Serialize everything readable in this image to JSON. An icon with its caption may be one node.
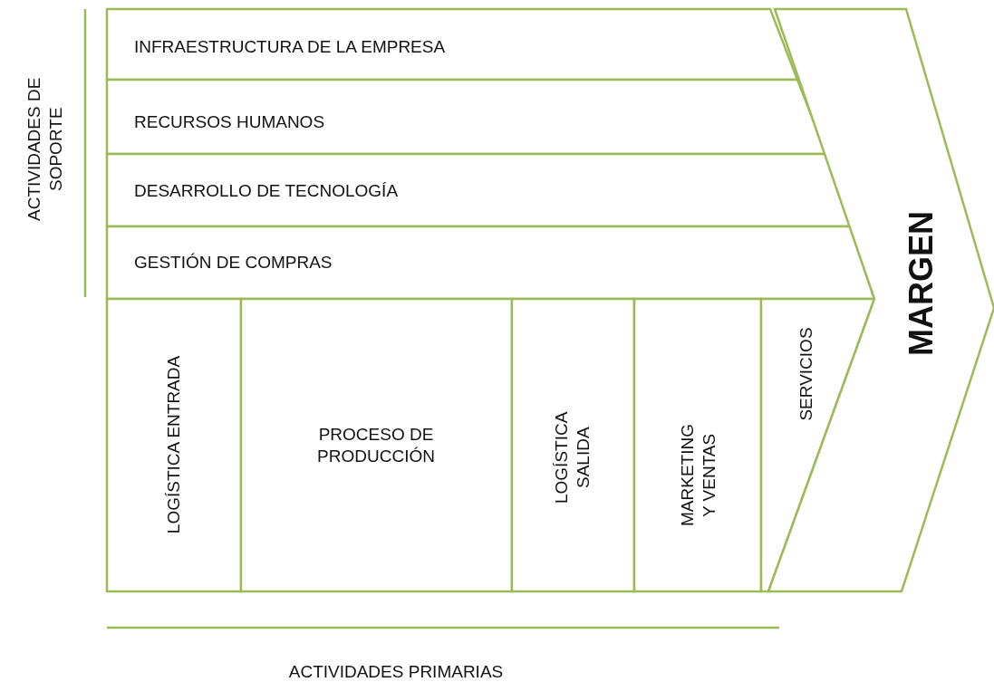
{
  "diagram": {
    "nodes": [
      {
        "text": [
          "INFRAESTRUCTURA DE LA EMPRESA"
        ]
      },
      {
        "text": [
          "RECURSOS HUMANOS"
        ]
      },
      {
        "text": [
          "DESARROLLO DE TECNOLOGÍA"
        ]
      },
      {
        "text": [
          "GESTIÓN DE COMPRAS"
        ]
      },
      {
        "text": [
          "LOGÍSTICA ENTRADA"
        ]
      },
      {
        "text": [
          "PROCESO DE PRODUCCIÓN"
        ]
      },
      {
        "text": [
          "LOGÍSTICA SALIDA"
        ]
      },
      {
        "text": [
          "MARKETING Y VENTAS"
        ]
      },
      {
        "text": [
          "SERVICIOS"
        ]
      },
      {
        "text": [
          "MARGEN"
        ]
      }
    ],
    "labels": [
      "ACTIVIDADES DE SOPORTE",
      "ACTIVIDADES PRIMARIAS"
    ]
  }
}
